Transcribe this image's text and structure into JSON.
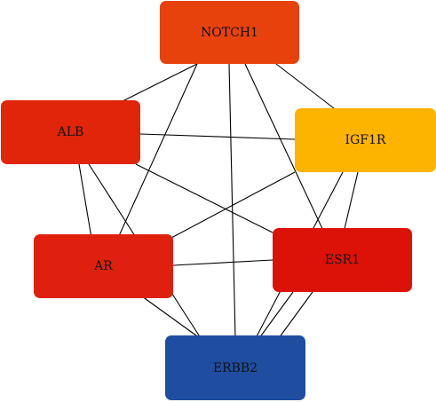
{
  "diagram": {
    "type": "network",
    "nodes": [
      {
        "id": "NOTCH1",
        "label": "NOTCH1",
        "color": "#e8420c"
      },
      {
        "id": "ALB",
        "label": "ALB",
        "color": "#e0250a"
      },
      {
        "id": "IGF1R",
        "label": "IGF1R",
        "color": "#fdb400"
      },
      {
        "id": "AR",
        "label": "AR",
        "color": "#e0200e"
      },
      {
        "id": "ESR1",
        "label": "ESR1",
        "color": "#dc1208"
      },
      {
        "id": "ERBB2",
        "label": "ERBB2",
        "color": "#1f4ea1"
      }
    ],
    "edges": [
      [
        "NOTCH1",
        "ALB"
      ],
      [
        "NOTCH1",
        "IGF1R"
      ],
      [
        "NOTCH1",
        "AR"
      ],
      [
        "NOTCH1",
        "ESR1"
      ],
      [
        "NOTCH1",
        "ERBB2"
      ],
      [
        "ALB",
        "IGF1R"
      ],
      [
        "ALB",
        "AR"
      ],
      [
        "ALB",
        "ESR1"
      ],
      [
        "ALB",
        "ERBB2"
      ],
      [
        "IGF1R",
        "AR"
      ],
      [
        "IGF1R",
        "ESR1"
      ],
      [
        "IGF1R",
        "ERBB2"
      ],
      [
        "AR",
        "ESR1"
      ],
      [
        "AR",
        "ERBB2"
      ],
      [
        "ESR1",
        "ERBB2"
      ]
    ]
  }
}
